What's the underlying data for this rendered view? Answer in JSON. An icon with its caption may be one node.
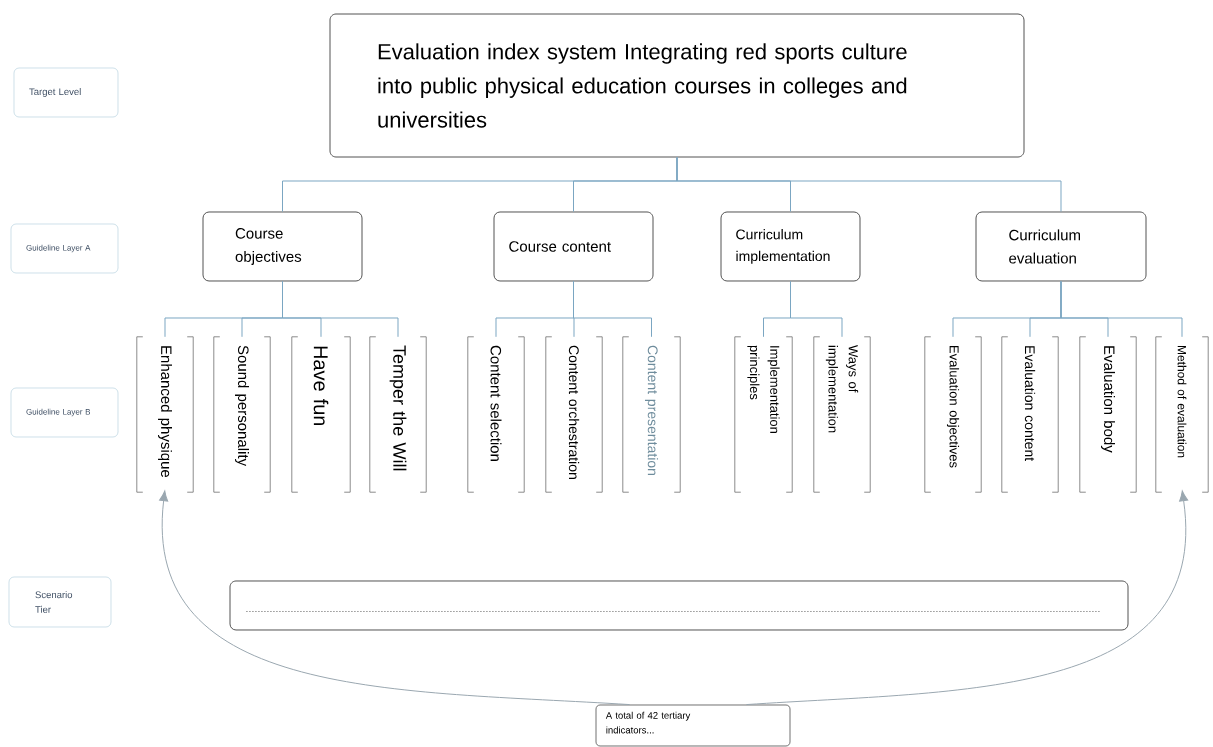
{
  "diagram": {
    "nodes": [
      {
        "text": [
          "Target Level"
        ]
      },
      {
        "text": [
          "Evaluation index system Integrating red sports culture into public physical education courses in colleges and universities"
        ]
      },
      {
        "text": [
          "Guideline Layer A"
        ]
      },
      {
        "text": [
          "Course objectives"
        ]
      },
      {
        "text": [
          "Course content"
        ]
      },
      {
        "text": [
          "Curriculum implementation"
        ]
      },
      {
        "text": [
          "Curriculum evaluation"
        ]
      },
      {
        "text": [
          "Guideline Layer B"
        ]
      },
      {
        "text": [
          "Enhanced physique"
        ]
      },
      {
        "text": [
          "Sound personality"
        ]
      },
      {
        "text": [
          "Have fun"
        ]
      },
      {
        "text": [
          "Temper the Will"
        ]
      },
      {
        "text": [
          "Content selection"
        ]
      },
      {
        "text": [
          "Content orchestration"
        ]
      },
      {
        "text": [
          "Content presentation"
        ]
      },
      {
        "text": [
          "Implementation principles"
        ]
      },
      {
        "text": [
          "Ways of implementation"
        ]
      },
      {
        "text": [
          "Evaluation objectives"
        ]
      },
      {
        "text": [
          "Evaluation content"
        ]
      },
      {
        "text": [
          "Evaluation body"
        ]
      },
      {
        "text": [
          "Method of evaluation"
        ]
      },
      {
        "text": [
          "Scenario Tier"
        ]
      },
      {
        "text": [],
        "shape": "box"
      },
      {
        "text": [
          "A total of 42 tertiary indicators..."
        ]
      }
    ],
    "edges": [
      {
        "from": 1,
        "to": 3,
        "arrow": "none"
      },
      {
        "from": 1,
        "to": 4,
        "arrow": "none"
      },
      {
        "from": 1,
        "to": 5,
        "arrow": "none"
      },
      {
        "from": 1,
        "to": 6,
        "arrow": "none"
      },
      {
        "from": 3,
        "to": 8,
        "arrow": "none"
      },
      {
        "from": 3,
        "to": 9,
        "arrow": "none"
      },
      {
        "from": 3,
        "to": 10,
        "arrow": "none"
      },
      {
        "from": 3,
        "to": 11,
        "arrow": "none"
      },
      {
        "from": 4,
        "to": 12,
        "arrow": "none"
      },
      {
        "from": 4,
        "to": 13,
        "arrow": "none"
      },
      {
        "from": 4,
        "to": 14,
        "arrow": "none"
      },
      {
        "from": 5,
        "to": 15,
        "arrow": "none"
      },
      {
        "from": 5,
        "to": 16,
        "arrow": "none"
      },
      {
        "from": 6,
        "to": 17,
        "arrow": "none"
      },
      {
        "from": 6,
        "to": 18,
        "arrow": "none"
      },
      {
        "from": 6,
        "to": 19,
        "arrow": "none"
      },
      {
        "from": 6,
        "to": 20,
        "arrow": "none"
      },
      {
        "from": 23,
        "to": 8,
        "arrow": "to",
        "color": "#9aa7b0"
      },
      {
        "from": 23,
        "to": 20,
        "arrow": "to",
        "color": "#9aa7b0"
      }
    ]
  }
}
